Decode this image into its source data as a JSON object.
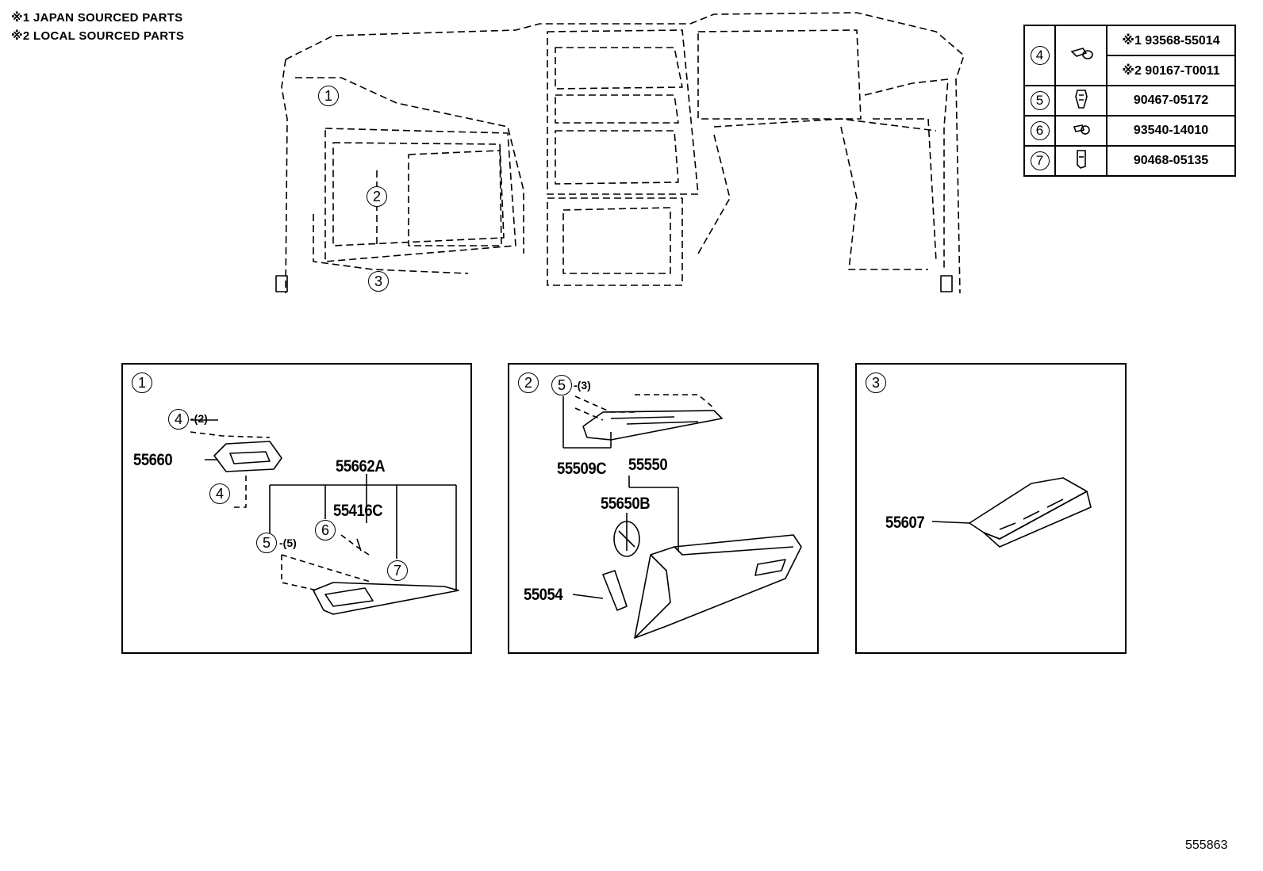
{
  "legend": {
    "line1": "※1 JAPAN SOURCED PARTS",
    "line2": "※2 LOCAL SOURCED PARTS"
  },
  "overview": {
    "callouts": [
      "1",
      "2",
      "3"
    ]
  },
  "fastener_table": {
    "rows": [
      {
        "ref": "4",
        "icon": "bolt-icon",
        "part": "※1 93568-55014"
      },
      {
        "ref": "",
        "icon": "",
        "part": "※2 90167-T0011"
      },
      {
        "ref": "5",
        "icon": "clip-icon",
        "part": "90467-05172"
      },
      {
        "ref": "6",
        "icon": "screw-icon",
        "part": "93540-14010"
      },
      {
        "ref": "7",
        "icon": "nut-clip-icon",
        "part": "90468-05135"
      }
    ]
  },
  "panel1": {
    "number": "1",
    "callouts": {
      "c4a": "4",
      "c4a_qty": "-(2)",
      "c4b": "4",
      "c5": "5",
      "c5_qty": "-(5)",
      "c6": "6",
      "c7": "7"
    },
    "parts": {
      "p1": "55660",
      "p2": "55662A",
      "p3": "55416C"
    }
  },
  "panel2": {
    "number": "2",
    "callouts": {
      "c5": "5",
      "c5_qty": "-(3)"
    },
    "parts": {
      "p1": "55509C",
      "p2": "55550",
      "p3": "55650B",
      "p4": "55054"
    }
  },
  "panel3": {
    "number": "3",
    "parts": {
      "p1": "55607"
    }
  },
  "footer": {
    "diagram_id": "555863"
  }
}
